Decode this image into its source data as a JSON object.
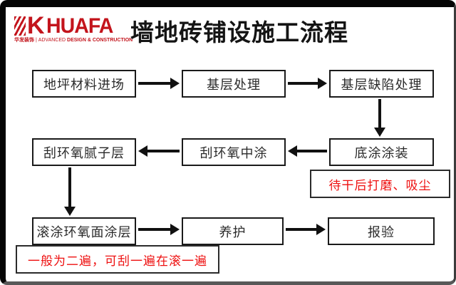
{
  "brand": {
    "name": "HUAFA",
    "tagline_cn": "华发装饰",
    "tagline_mid": " | ADVANCED ",
    "tagline_bold": "DESIGN & CONSTRUCTION",
    "brand_color": "#c3141c"
  },
  "title": "墙地砖铺设施工流程",
  "flowchart": {
    "boxes": [
      {
        "label": "地坪材料进场"
      },
      {
        "label": "基层处理"
      },
      {
        "label": "基层缺陷处理"
      },
      {
        "label": "刮环氧腻子层"
      },
      {
        "label": "刮环氧中涂"
      },
      {
        "label": "底涂涂装"
      },
      {
        "label": "滚涂环氧面涂层"
      },
      {
        "label": "养护"
      },
      {
        "label": "报验"
      }
    ],
    "notes": [
      {
        "text": "待干后打磨、吸尘"
      },
      {
        "text": "一般为二遍，可刮一遍在滚一遍"
      }
    ],
    "colors": {
      "box_border": "#1a1a1a",
      "arrow": "#111111",
      "note_text": "#ee0f0f"
    }
  }
}
